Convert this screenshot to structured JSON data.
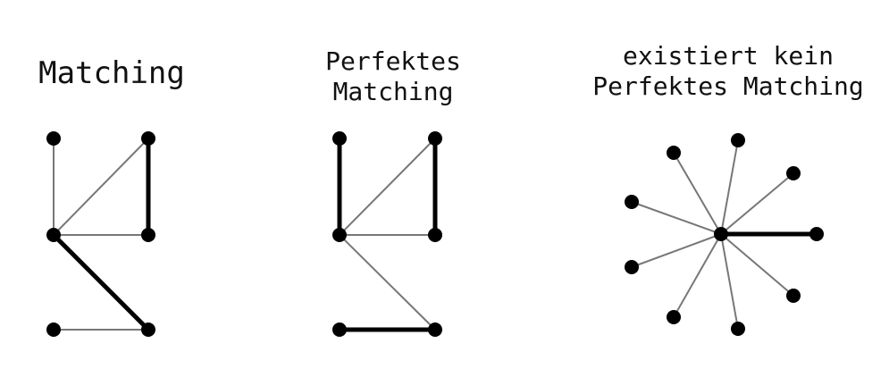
{
  "panels": [
    {
      "title_lines": [
        "Matching"
      ],
      "node_count": 6,
      "edges": [
        [
          0,
          2,
          false
        ],
        [
          2,
          1,
          false
        ],
        [
          1,
          3,
          true
        ],
        [
          2,
          3,
          false
        ],
        [
          2,
          5,
          true
        ],
        [
          4,
          5,
          false
        ]
      ]
    },
    {
      "title_lines": [
        "Perfektes",
        "Matching"
      ],
      "node_count": 6,
      "edges": [
        [
          0,
          2,
          true
        ],
        [
          2,
          1,
          false
        ],
        [
          1,
          3,
          true
        ],
        [
          2,
          3,
          false
        ],
        [
          2,
          5,
          false
        ],
        [
          4,
          5,
          true
        ]
      ]
    },
    {
      "title_lines": [
        "existiert kein",
        "Perfektes Matching"
      ],
      "node_count": 10,
      "edges": [
        [
          0,
          1,
          false
        ],
        [
          0,
          2,
          false
        ],
        [
          0,
          3,
          false
        ],
        [
          0,
          4,
          true
        ],
        [
          0,
          5,
          false
        ],
        [
          0,
          6,
          false
        ],
        [
          0,
          7,
          false
        ],
        [
          0,
          8,
          false
        ],
        [
          0,
          9,
          false
        ]
      ]
    }
  ]
}
